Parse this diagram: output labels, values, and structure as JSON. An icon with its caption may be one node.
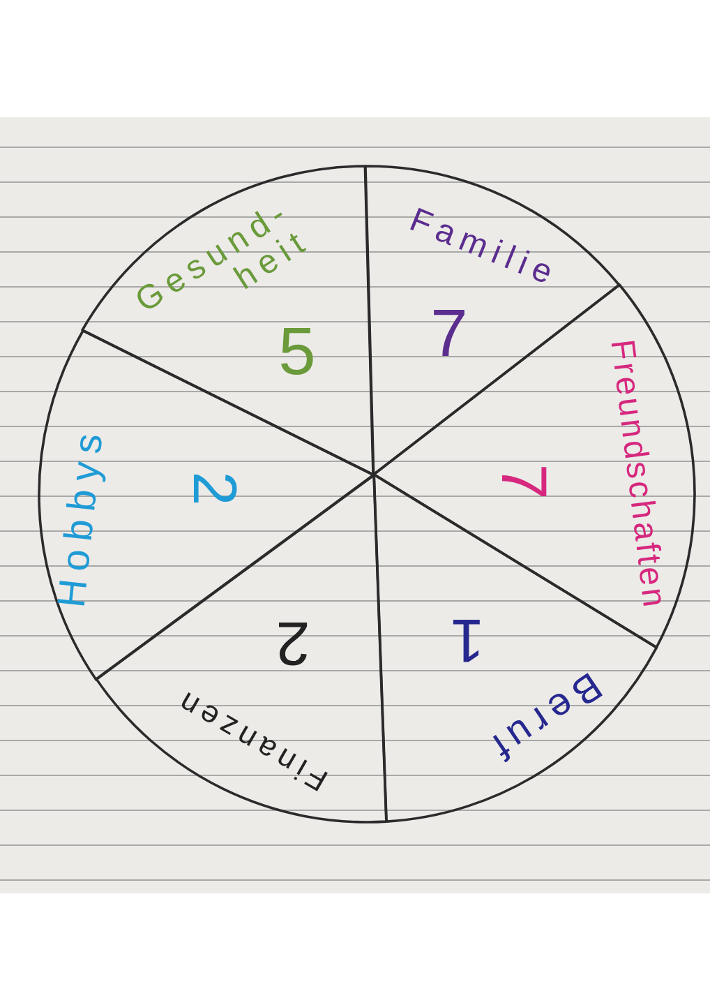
{
  "diagram": {
    "nodes": [
      {
        "text": [
          "Gesund- heit",
          "5"
        ]
      },
      {
        "text": [
          "Familie",
          "7"
        ]
      },
      {
        "text": [
          "Hobbys",
          "2"
        ]
      },
      {
        "text": [
          "Freundschaften",
          "7"
        ]
      },
      {
        "text": [
          "Finanzen",
          "2"
        ]
      },
      {
        "text": [
          "Beruf",
          "1"
        ]
      }
    ]
  }
}
